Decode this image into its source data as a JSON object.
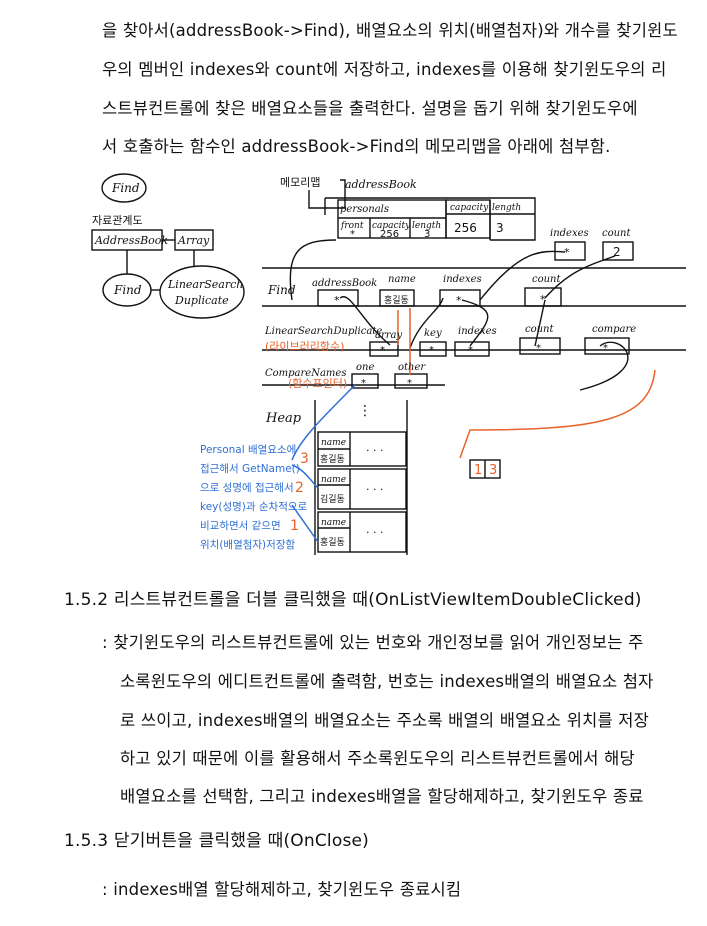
{
  "intro_lines": [
    "을 찾아서(addressBook->Find), 배열요소의 위치(배열첨자)와 개수를 찾기윈도",
    "우의 멤버인 indexes와 count에 저장하고, indexes를 이용해 찾기윈도우의 리",
    "스트뷰컨트롤에 찾은 배열요소들을 출력한다. 설명을 돕기 위해 찾기윈도우에",
    "서 호출하는 함수인 addressBook->Find의 메모리맵을 아래에 첨부함."
  ],
  "diagram": {
    "struct": {
      "find": "Find",
      "relation": "자료관계도",
      "address_book": "AddressBook",
      "array": "Array",
      "find2": "Find",
      "linear_search": "LinearSearch",
      "duplicate": "Duplicate"
    },
    "memory": {
      "memory_map": "메모리맵",
      "address_book_label": "addressBook",
      "personals": "personals",
      "front": "front",
      "capacity": "capacity",
      "length": "length",
      "star": "*",
      "front_capacity_value": "256",
      "front_length_value": "3",
      "capacity_value": "256",
      "length_value": "3",
      "indexes_top": "indexes",
      "count_top": "count",
      "count_top_value": "2",
      "find_row": "Find",
      "addr_book_var": "addressBook",
      "name_var": "name",
      "name_val": "홍길동",
      "indexes_var": "indexes",
      "count_var": "count",
      "lsd_row": "LinearSearchDuplicate",
      "lsd_note": "(라이브러리함수)",
      "array_var": "array",
      "key_var": "key",
      "indexes_var2": "indexes",
      "count_var2": "count",
      "compare_var": "compare",
      "cmp_row": "CompareNames",
      "cmp_note": "(함수포인터)",
      "one_var": "one",
      "other_var": "other",
      "result_1": "1",
      "result_3": "3"
    },
    "heap": {
      "label": "Heap",
      "dots": "⋮",
      "rows": [
        {
          "field": "name",
          "value": "홍길동",
          "ellipsis": "· · ·"
        },
        {
          "field": "name",
          "value": "김길동",
          "ellipsis": "· · ·"
        },
        {
          "field": "name",
          "value": "홍길동",
          "ellipsis": "· · ·"
        }
      ],
      "annotation_lines": [
        "Personal 배열요소에",
        "접근해서 GetName()",
        "으로 성명에 접근해서",
        "key(성명)과 순차적으로",
        "비교하면서 같으면",
        "위치(배열첨자)저장함"
      ],
      "steps": [
        "3",
        "2",
        "1"
      ]
    }
  },
  "section_152": {
    "heading": "1.5.2 리스트뷰컨트롤을 더블 클릭했을 때(OnListViewItemDoubleClicked)",
    "lines": [
      ": 찾기윈도우의 리스트뷰컨트롤에 있는 번호와 개인정보를 읽어 개인정보는 주",
      "소록윈도우의 에디트컨트롤에 출력함, 번호는 indexes배열의 배열요소 첨자",
      "로 쓰이고, indexes배열의 배열요소는 주소록 배열의 배열요소 위치를 저장",
      "하고 있기 때문에 이를 활용해서 주소록윈도우의 리스트뷰컨트롤에서 해당",
      "배열요소를 선택함, 그리고 indexes배열을 할당해제하고, 찾기윈도우 종료"
    ]
  },
  "section_153": {
    "heading": "1.5.3 닫기버튼을 클릭했을 때(OnClose)",
    "lines": [
      ": indexes배열 할당해제하고, 찾기윈도우 종료시킴"
    ]
  },
  "colors": {
    "ink": "#111111",
    "orange": "#e8622a",
    "blue": "#2f6fd6"
  }
}
